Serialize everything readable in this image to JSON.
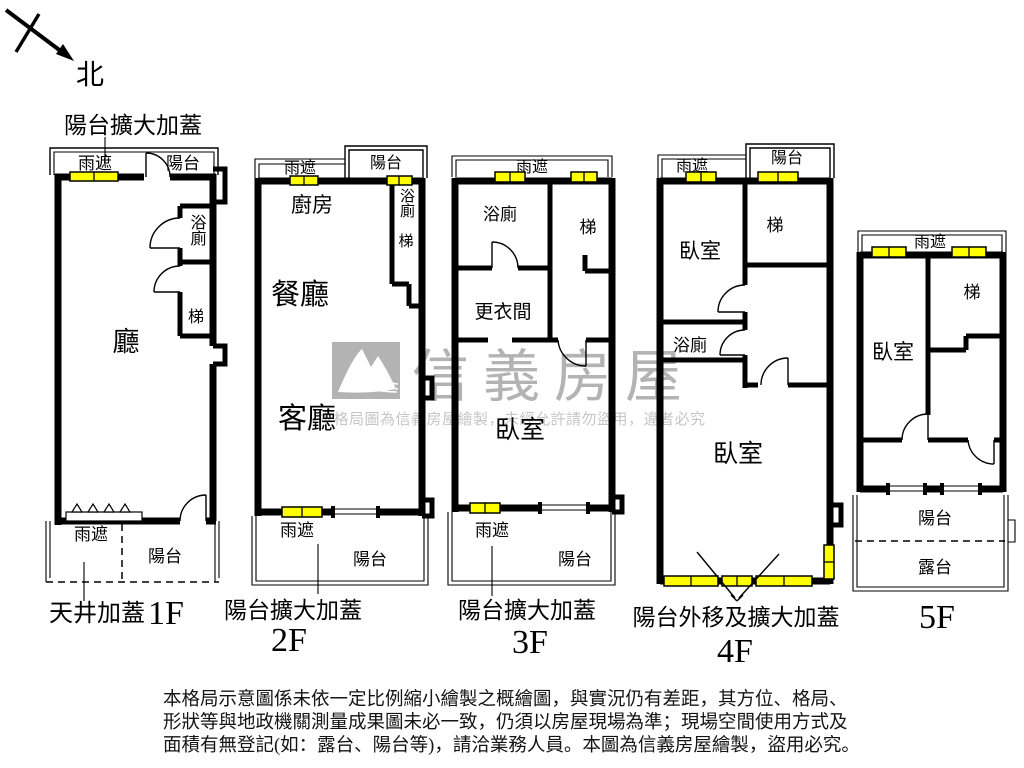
{
  "compass": {
    "north_label": "北"
  },
  "top_annotation": {
    "label": "陽台擴大加蓋"
  },
  "colors": {
    "wall": "#000000",
    "window_fill": "#ffff00",
    "watermark": "#b3b3b3",
    "background": "#ffffff"
  },
  "watermark": {
    "logo_icon": "sinyi-roof-logo",
    "brand": "信義房屋",
    "notice": "本格局圖為信義房屋繪製，未經允許請勿盜用，違者必究"
  },
  "floors": [
    {
      "floor_label": "1F",
      "caption": "天井加蓋",
      "rooms": {
        "canopy_top": "雨遮",
        "balcony_top": "陽台",
        "hall": "廳",
        "bath": "浴廁",
        "stair": "梯",
        "canopy_bottom": "雨遮",
        "balcony_bottom": "陽台"
      }
    },
    {
      "floor_label": "2F",
      "caption": "陽台擴大加蓋",
      "rooms": {
        "canopy_top": "雨遮",
        "balcony_top": "陽台",
        "kitchen": "廚房",
        "bath": "浴廁",
        "stair": "梯",
        "dining": "餐廳",
        "living": "客廳",
        "canopy_bottom": "雨遮",
        "balcony_bottom": "陽台"
      }
    },
    {
      "floor_label": "3F",
      "caption": "陽台擴大加蓋",
      "rooms": {
        "canopy_top": "雨遮",
        "bath": "浴廁",
        "stair": "梯",
        "dressing": "更衣間",
        "bedroom": "臥室",
        "canopy_bottom": "雨遮",
        "balcony_bottom": "陽台"
      }
    },
    {
      "floor_label": "4F",
      "caption": "陽台外移及擴大加蓋",
      "rooms": {
        "canopy_top": "雨遮",
        "balcony_top": "陽台",
        "bedroom_top": "臥室",
        "stair": "梯",
        "bath": "浴廁",
        "bedroom_main": "臥室"
      }
    },
    {
      "floor_label": "5F",
      "caption": "",
      "rooms": {
        "canopy_top": "雨遮",
        "bedroom": "臥室",
        "stair": "梯",
        "balcony_bottom": "陽台",
        "terrace": "露台"
      }
    }
  ],
  "disclaimer": [
    "本格局示意圖係未依一定比例縮小繪製之概繪圖，與實況仍有差距，其方位、格局、",
    "形狀等與地政機關測量成果圖未必一致，仍須以房屋現場為準；現場空間使用方式及",
    "面積有無登記(如：露台、陽台等)，請洽業務人員。本圖為信義房屋繪製，盜用必究。"
  ]
}
